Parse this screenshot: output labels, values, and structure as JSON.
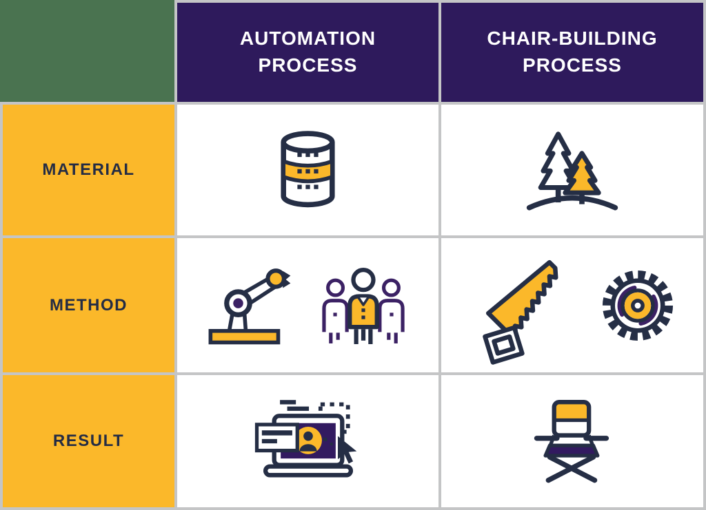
{
  "colors": {
    "header_bg": "#2E1A5C",
    "header_text": "#FFFFFF",
    "row_label_bg": "#FBB82A",
    "row_label_text": "#242C44",
    "corner_bg": "#4A7350",
    "grid_line": "#C4C5C6",
    "cell_bg": "#FFFFFF",
    "icon_navy": "#252E45",
    "icon_purple": "#3B2164",
    "icon_deep_purple": "#321A60",
    "icon_yellow": "#FBB82A"
  },
  "table": {
    "columns": [
      {
        "id": "automation",
        "label": "AUTOMATION\nPROCESS"
      },
      {
        "id": "chair-building",
        "label": "CHAIR-BUILDING\nPROCESS"
      }
    ],
    "rows": [
      {
        "id": "material",
        "label": "MATERIAL"
      },
      {
        "id": "method",
        "label": "METHOD"
      },
      {
        "id": "result",
        "label": "RESULT"
      }
    ],
    "cells": [
      {
        "row": "material",
        "column": "automation",
        "icons": [
          "database-icon"
        ]
      },
      {
        "row": "material",
        "column": "chair-building",
        "icons": [
          "pine-trees-icon"
        ]
      },
      {
        "row": "method",
        "column": "automation",
        "icons": [
          "robot-arm-icon",
          "people-group-icon"
        ]
      },
      {
        "row": "method",
        "column": "chair-building",
        "icons": [
          "hand-saw-icon",
          "circular-saw-blade-icon"
        ]
      },
      {
        "row": "result",
        "column": "automation",
        "icons": [
          "laptop-avatar-icon"
        ]
      },
      {
        "row": "result",
        "column": "chair-building",
        "icons": [
          "folding-chair-icon"
        ]
      }
    ]
  }
}
